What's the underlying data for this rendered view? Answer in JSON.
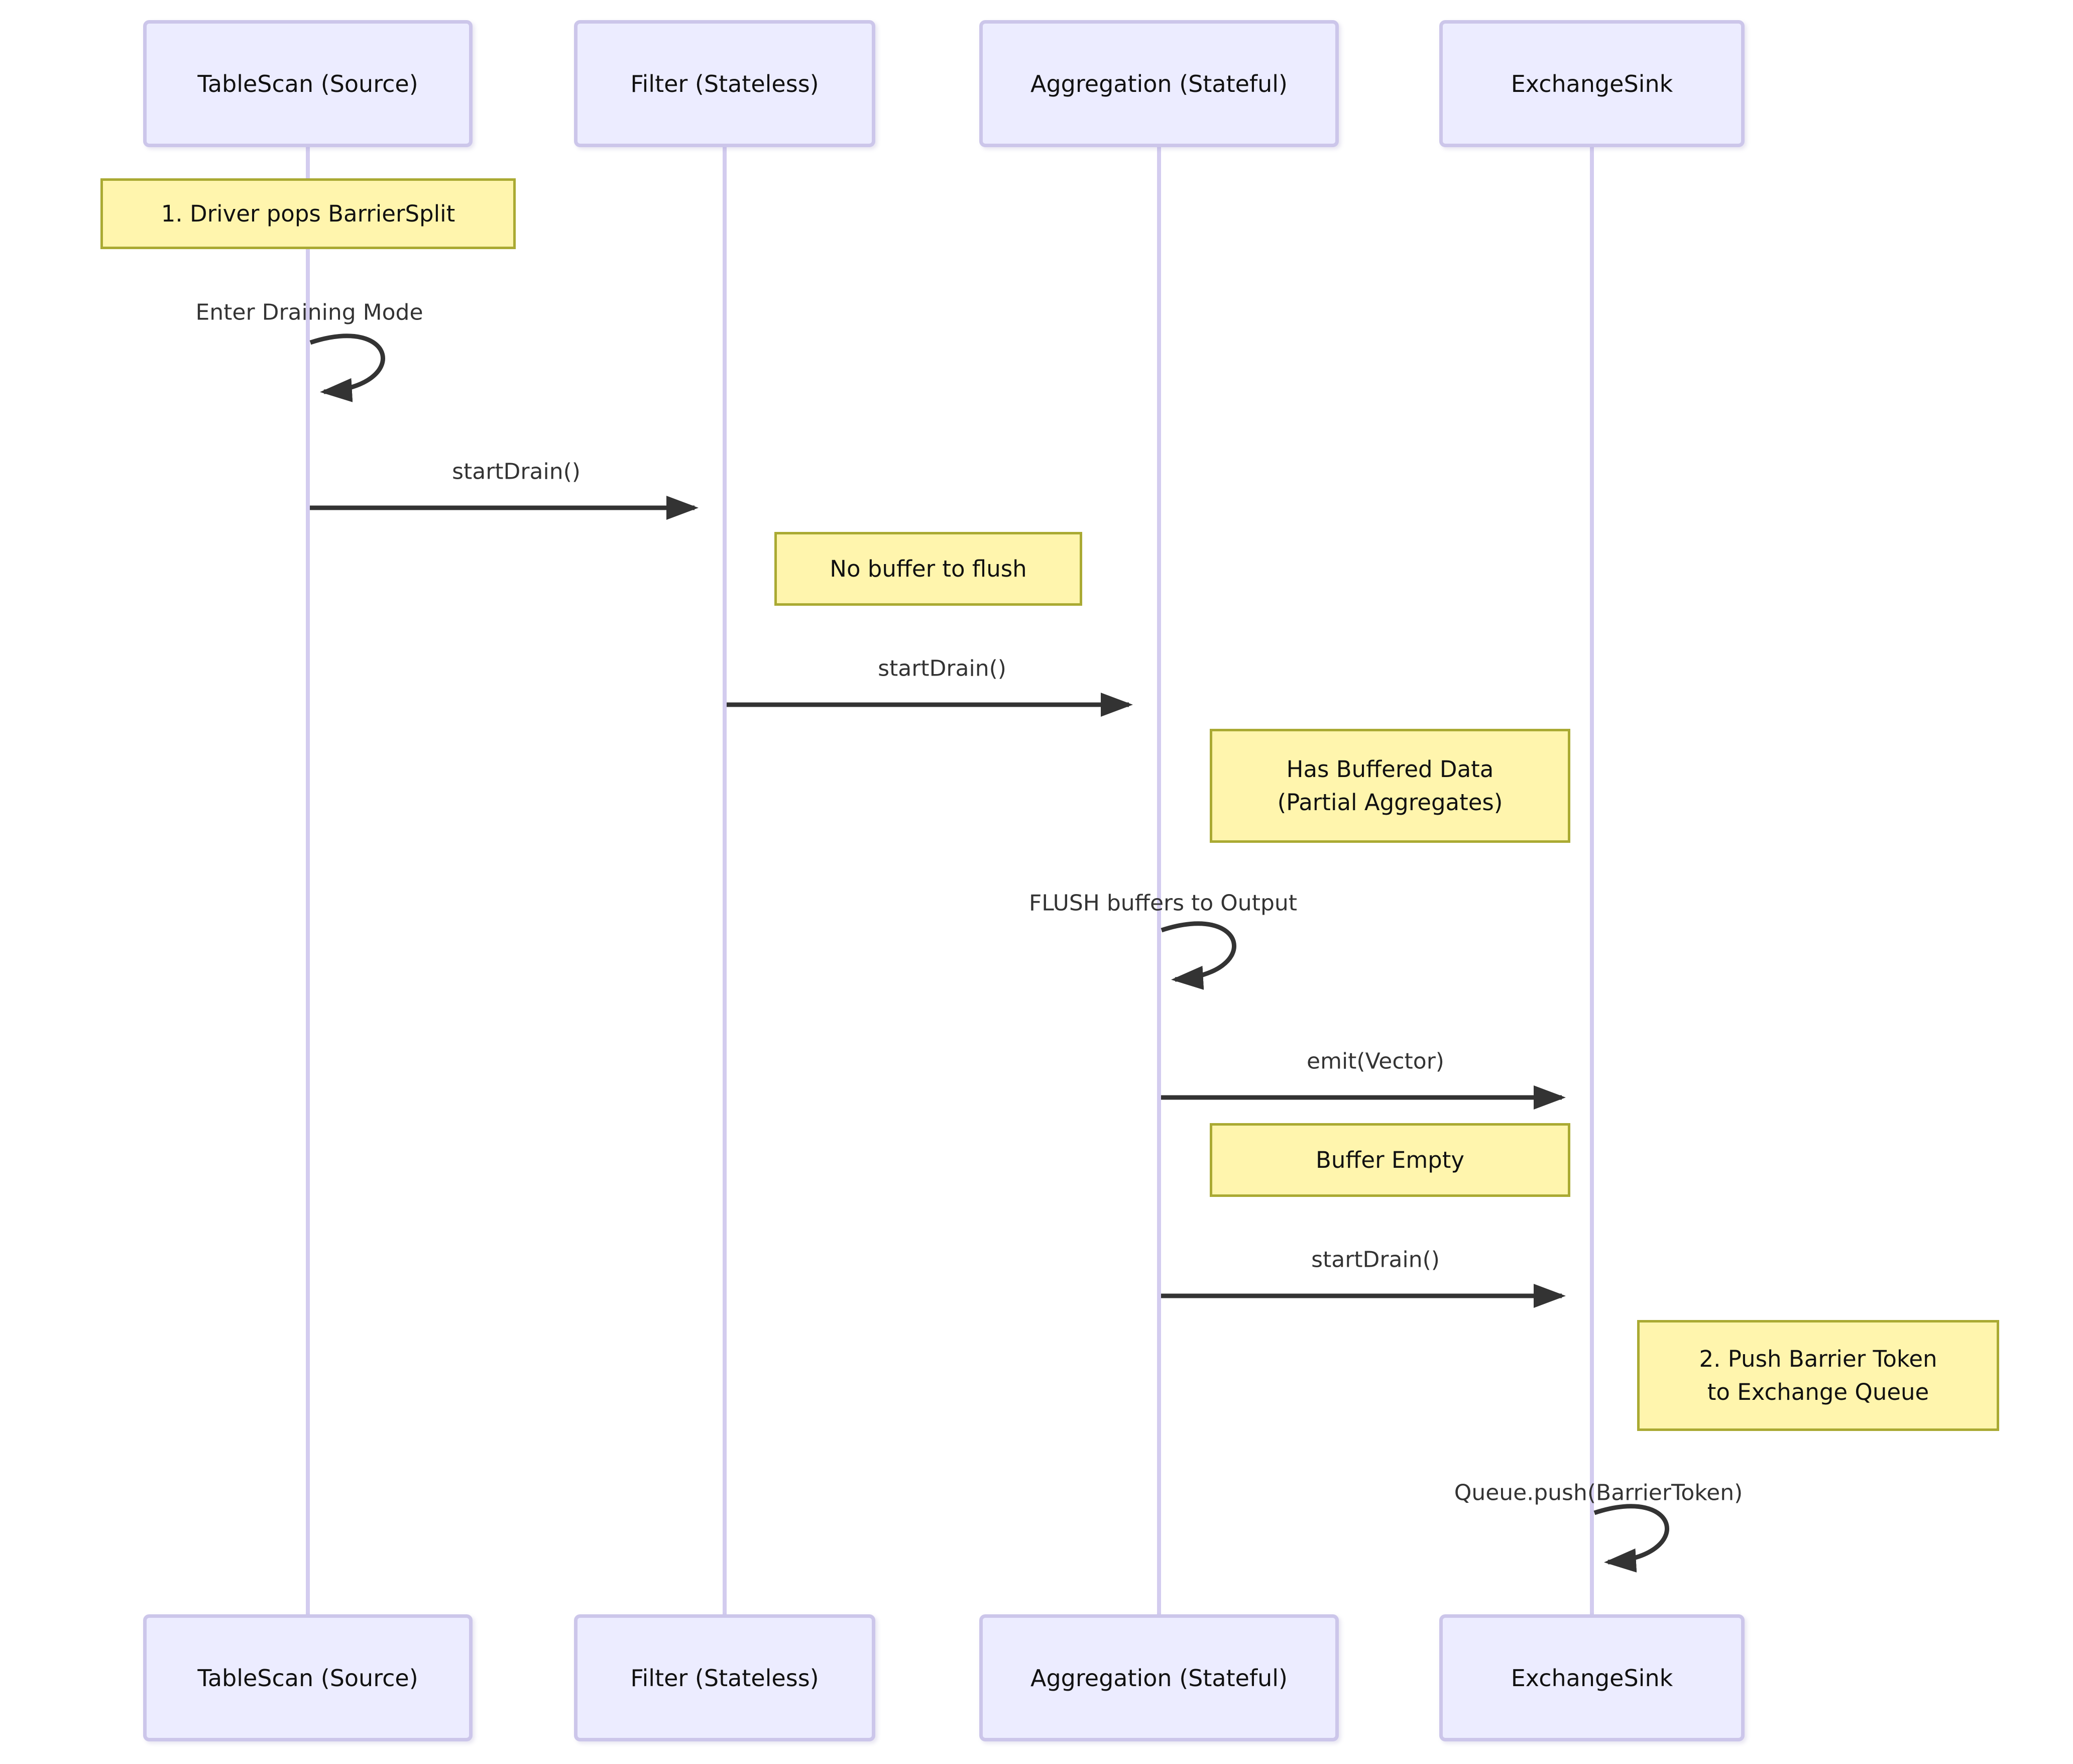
{
  "diagram": {
    "kind": "sequence-diagram",
    "participants": [
      {
        "label": "TableScan (Source)"
      },
      {
        "label": "Filter (Stateless)"
      },
      {
        "label": "Aggregation (Stateful)"
      },
      {
        "label": "ExchangeSink"
      }
    ],
    "messages": [
      {
        "type": "self",
        "on": "TableScan (Source)",
        "label": "Enter Draining Mode"
      },
      {
        "type": "call",
        "from": "TableScan (Source)",
        "to": "Filter (Stateless)",
        "label": "startDrain()"
      },
      {
        "type": "call",
        "from": "Filter (Stateless)",
        "to": "Aggregation (Stateful)",
        "label": "startDrain()"
      },
      {
        "type": "self",
        "on": "Aggregation (Stateful)",
        "label": "FLUSH buffers to Output"
      },
      {
        "type": "call",
        "from": "Aggregation (Stateful)",
        "to": "ExchangeSink",
        "label": "emit(Vector)"
      },
      {
        "type": "call",
        "from": "Aggregation (Stateful)",
        "to": "ExchangeSink",
        "label": "startDrain()"
      },
      {
        "type": "self",
        "on": "ExchangeSink",
        "label": "Queue.push(BarrierToken)"
      }
    ],
    "notes": [
      {
        "position": "over TableScan (Source)",
        "lines": [
          "1. Driver pops BarrierSplit"
        ]
      },
      {
        "position": "right of Filter (Stateless)",
        "lines": [
          "No buffer to flush"
        ]
      },
      {
        "position": "right of Aggregation (Stateful)",
        "lines": [
          "Has Buffered Data",
          "(Partial Aggregates)"
        ]
      },
      {
        "position": "right of Aggregation (Stateful)",
        "lines": [
          "Buffer Empty"
        ]
      },
      {
        "position": "right of ExchangeSink",
        "lines": [
          "2. Push Barrier Token",
          "to Exchange Queue"
        ]
      }
    ],
    "colors": {
      "actor_fill": "#ECECFF",
      "actor_border": "#CCC6EA",
      "lifeline": "#D3CCEF",
      "note_fill": "#FFF5AD",
      "note_border": "#AAAA33",
      "message_text": "#333333",
      "arrow": "#333333",
      "background": "#FFFFFF"
    }
  }
}
